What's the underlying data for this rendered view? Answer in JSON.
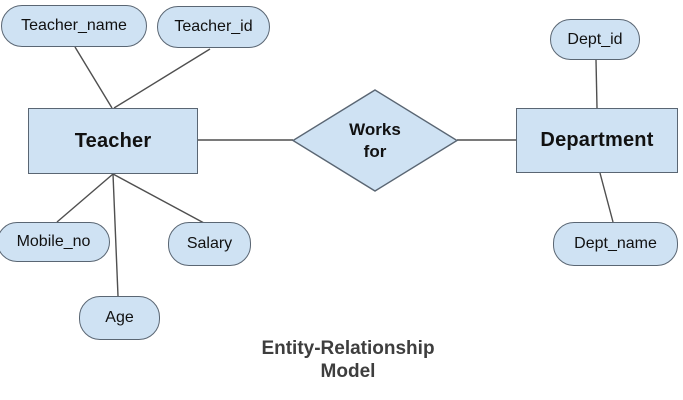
{
  "title": {
    "line1": "Entity-Relationship",
    "line2": "Model"
  },
  "entities": {
    "teacher": {
      "label": "Teacher"
    },
    "department": {
      "label": "Department"
    }
  },
  "relationship": {
    "line1": "Works",
    "line2": "for"
  },
  "attributes": {
    "teacher_name": {
      "label": "Teacher_name"
    },
    "teacher_id": {
      "label": "Teacher_id"
    },
    "mobile_no": {
      "label": "Mobile_no"
    },
    "salary": {
      "label": "Salary"
    },
    "age": {
      "label": "Age"
    },
    "dept_id": {
      "label": "Dept_id"
    },
    "dept_name": {
      "label": "Dept_name"
    }
  },
  "colors": {
    "shape_fill": "#cfe2f3",
    "shape_border": "#5a6673",
    "connector": "#4f4f4f",
    "label_text": "#111111",
    "title_text": "#3e3e3e",
    "background": "#ffffff"
  }
}
